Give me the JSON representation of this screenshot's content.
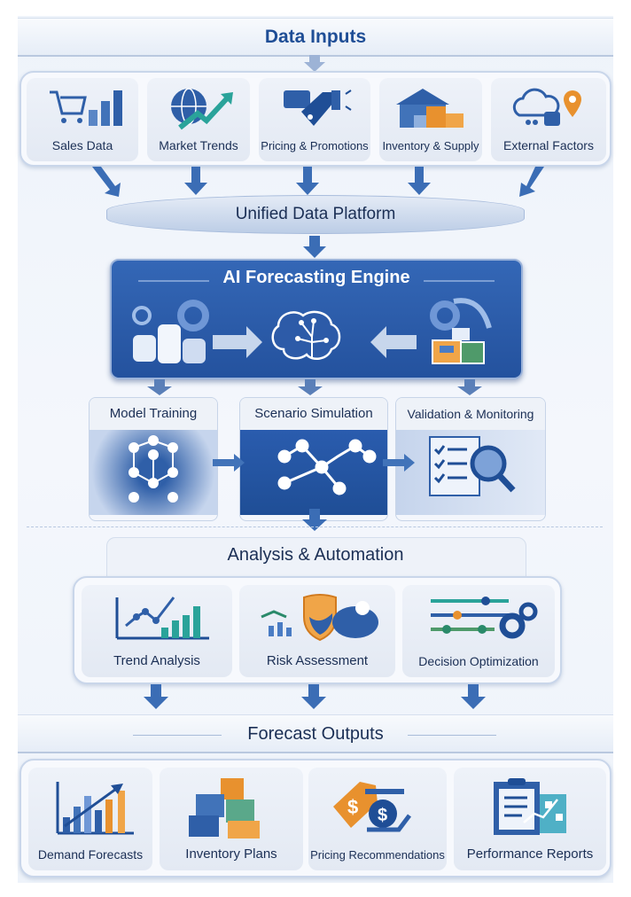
{
  "sections": {
    "data_inputs": {
      "title": "Data Inputs",
      "items": [
        {
          "label": "Sales Data",
          "icon": "shopping-cart-chart-icon"
        },
        {
          "label": "Market Trends",
          "icon": "globe-trend-icon"
        },
        {
          "label": "Pricing & Promotions",
          "icon": "price-tag-megaphone-icon"
        },
        {
          "label": "Inventory & Supply",
          "icon": "warehouse-boxes-icon"
        },
        {
          "label": "External Factors",
          "icon": "cloud-location-icon"
        }
      ]
    },
    "platform": {
      "title": "Unified Data Platform"
    },
    "engine": {
      "title": "AI Forecasting Engine"
    },
    "pipeline": {
      "items": [
        {
          "label": "Model Training",
          "icon": "neural-network-icon"
        },
        {
          "label": "Scenario Simulation",
          "icon": "scenario-graph-icon"
        },
        {
          "label": "Validation & Monitoring",
          "icon": "checklist-magnifier-icon"
        }
      ]
    },
    "analysis": {
      "title": "Analysis & Automation",
      "items": [
        {
          "label": "Trend Analysis",
          "icon": "trend-chart-icon"
        },
        {
          "label": "Risk Assessment",
          "icon": "shield-risk-icon"
        },
        {
          "label": "Decision Optimization",
          "icon": "sliders-gears-icon"
        }
      ]
    },
    "outputs": {
      "title": "Forecast Outputs",
      "items": [
        {
          "label": "Demand Forecasts",
          "icon": "bar-chart-arrow-icon"
        },
        {
          "label": "Inventory Plans",
          "icon": "stacked-boxes-icon"
        },
        {
          "label": "Pricing Recommendations",
          "icon": "price-tag-dollar-icon"
        },
        {
          "label": "Performance Reports",
          "icon": "clipboard-report-icon"
        }
      ]
    }
  },
  "colors": {
    "primary": "#1f4e96",
    "engine": "#2a5cae",
    "accent_orange": "#e8912e",
    "accent_teal": "#2aa39a"
  }
}
